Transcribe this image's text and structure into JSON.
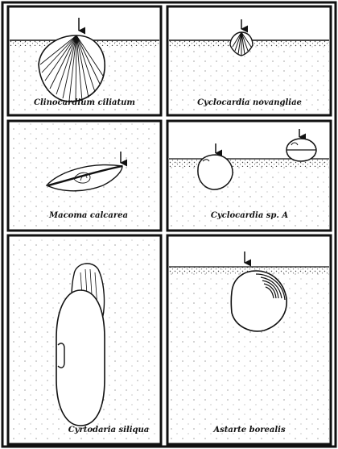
{
  "panels": [
    {
      "id": "p1",
      "caption": "Clinocardium ciliatum",
      "arrow": "down-arrow"
    },
    {
      "id": "p2",
      "caption": "Cyclocardia novangliae",
      "arrow": "down-arrow"
    },
    {
      "id": "p3",
      "caption": "Macoma calcarea",
      "arrow": "down-arrow"
    },
    {
      "id": "p4",
      "caption": "Cyclocardia sp. A",
      "arrow": "down-arrow"
    },
    {
      "id": "p5",
      "caption": "Cyrtodaria siliqua",
      "arrow": "none"
    },
    {
      "id": "p6",
      "caption": "Astarte borealis",
      "arrow": "down-arrow"
    }
  ],
  "colors": {
    "ink": "#111111",
    "sediment": "#555555",
    "paper": "#ffffff"
  }
}
